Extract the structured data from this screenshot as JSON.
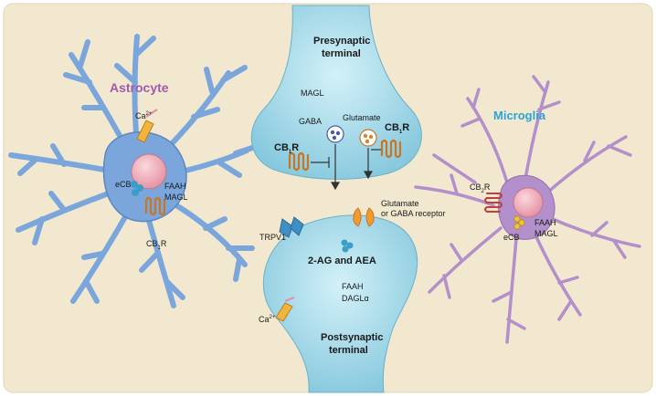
{
  "colors": {
    "background": "#f2e8cf",
    "astrocyte": "#7aa6dc",
    "neuron": "#9fd6e6",
    "microglia": "#b38fcb",
    "nucleus": "#eda8b6",
    "receptor_orange": "#d9832d",
    "astrocyte_title": "#a25ab0",
    "microglia_title": "#29a3d8"
  },
  "labels": {
    "presynaptic": [
      "Presynaptic",
      "terminal"
    ],
    "postsynaptic": [
      "Postsynaptic",
      "terminal"
    ],
    "astrocyte": "Astrocyte",
    "microglia": "Microglia",
    "magl": "MAGL",
    "gaba": "GABA",
    "glutamate": "Glutamate",
    "cb1r_base": "CB",
    "cb1r_sub": "1",
    "cb2r_sub": "2",
    "r_suffix": "R",
    "ca_base": "Ca",
    "ca_sup": "2+",
    "faah": "FAAH",
    "ecb": "eCB",
    "dagl": "DAGLα",
    "trpv1": "TRPV1",
    "ag_aea": "2-AG and AEA",
    "receptor_label": [
      "Glutamate",
      "or GABA receptor"
    ]
  }
}
